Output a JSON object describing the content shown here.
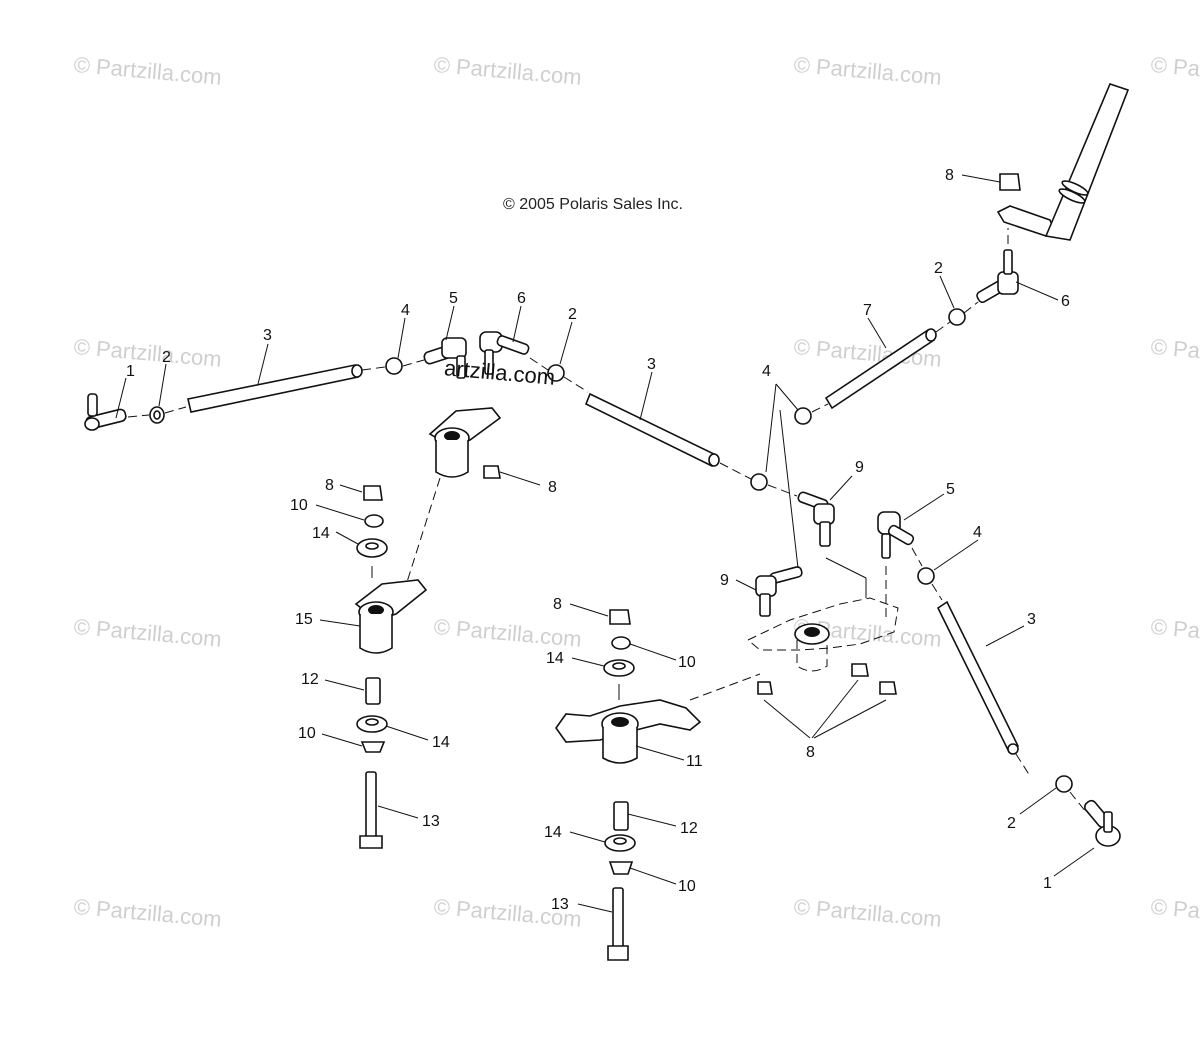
{
  "copyright": "© 2005 Polaris Sales Inc.",
  "watermark": "© Partzilla.com",
  "overlay_watermark": "artzilla.com",
  "callouts": [
    {
      "id": "c1a",
      "label": "1"
    },
    {
      "id": "c2a",
      "label": "2"
    },
    {
      "id": "c3a",
      "label": "3"
    },
    {
      "id": "c4a",
      "label": "4"
    },
    {
      "id": "c5a",
      "label": "5"
    },
    {
      "id": "c6a",
      "label": "6"
    },
    {
      "id": "c2b",
      "label": "2"
    },
    {
      "id": "c3b",
      "label": "3"
    },
    {
      "id": "c8a",
      "label": "8"
    },
    {
      "id": "c8b",
      "label": "8"
    },
    {
      "id": "c10a",
      "label": "10"
    },
    {
      "id": "c14a",
      "label": "14"
    },
    {
      "id": "c15",
      "label": "15"
    },
    {
      "id": "c12a",
      "label": "12"
    },
    {
      "id": "c10b",
      "label": "10"
    },
    {
      "id": "c14b",
      "label": "14"
    },
    {
      "id": "c13a",
      "label": "13"
    },
    {
      "id": "c8c",
      "label": "8"
    },
    {
      "id": "c10c",
      "label": "10"
    },
    {
      "id": "c14c",
      "label": "14"
    },
    {
      "id": "c11",
      "label": "11"
    },
    {
      "id": "c12b",
      "label": "12"
    },
    {
      "id": "c14d",
      "label": "14"
    },
    {
      "id": "c10d",
      "label": "10"
    },
    {
      "id": "c13b",
      "label": "13"
    },
    {
      "id": "c4b",
      "label": "4"
    },
    {
      "id": "c9a",
      "label": "9"
    },
    {
      "id": "c9b",
      "label": "9"
    },
    {
      "id": "c7",
      "label": "7"
    },
    {
      "id": "c2c",
      "label": "2"
    },
    {
      "id": "c6b",
      "label": "6"
    },
    {
      "id": "c8d",
      "label": "8"
    },
    {
      "id": "c5b",
      "label": "5"
    },
    {
      "id": "c4c",
      "label": "4"
    },
    {
      "id": "c3c",
      "label": "3"
    },
    {
      "id": "c8e",
      "label": "8"
    },
    {
      "id": "c2d",
      "label": "2"
    },
    {
      "id": "c1b",
      "label": "1"
    }
  ]
}
